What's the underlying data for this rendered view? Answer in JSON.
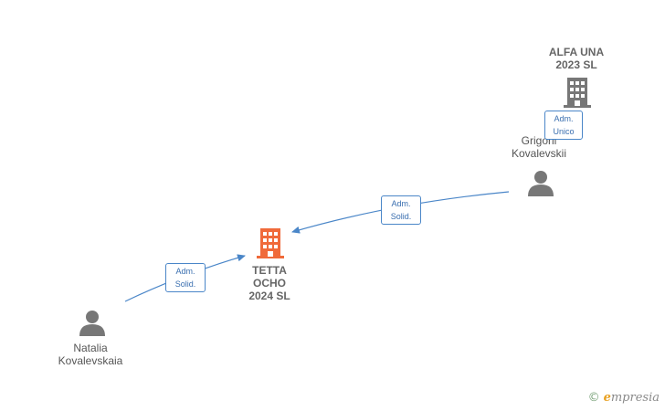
{
  "nodes": {
    "alfa": {
      "line1": "ALFA UNA",
      "line2": "2023  SL",
      "icon": "building-icon",
      "color": "#777777"
    },
    "tetta": {
      "line1": "TETTA",
      "line2": "OCHO",
      "line3": "2024  SL",
      "icon": "building-icon",
      "color": "#f06a3a"
    },
    "grigorii": {
      "line1": "Grigorii",
      "line2": "Kovalevskii",
      "icon": "person-icon",
      "color": "#777777"
    },
    "natalia": {
      "line1": "Natalia",
      "line2": "Kovalevskaia",
      "icon": "person-icon",
      "color": "#777777"
    }
  },
  "edges": {
    "alfa_grigorii": {
      "line1": "Adm.",
      "line2": "Unico"
    },
    "grigorii_tetta": {
      "line1": "Adm.",
      "line2": "Solid."
    },
    "natalia_tetta": {
      "line1": "Adm.",
      "line2": "Solid."
    }
  },
  "colors": {
    "edge": "#4a86c8"
  },
  "brand": {
    "copyright": "©",
    "initial": "e",
    "rest": "mpresia"
  }
}
